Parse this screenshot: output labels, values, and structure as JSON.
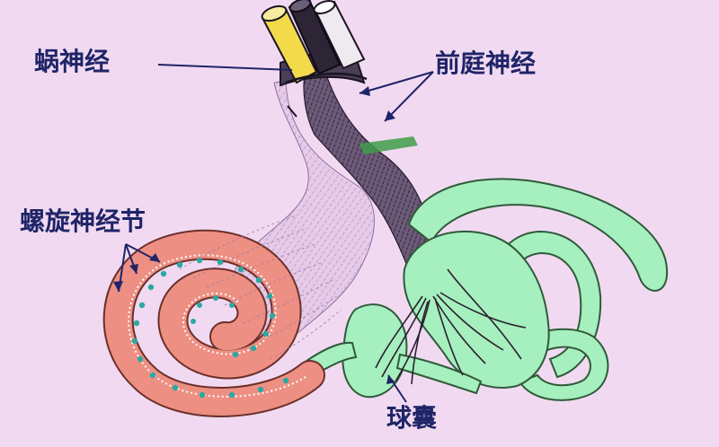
{
  "labels": {
    "cochlear_nerve": "蜗神经",
    "vestibular_nerve": "前庭神经",
    "spiral_ganglion": "螺旋神经节",
    "saccule": "球囊"
  },
  "colors": {
    "background": "#f1daf1",
    "label_text": "#1f2468",
    "cochlea_fill": "#ee8f83",
    "membranous_fill": "#a6efbe",
    "nerve_fiber_light": "#d9b7dc",
    "nerve_fiber_dark": "#3a2e4a",
    "cochlear_nerve_core": "#f2da4b",
    "ganglion_dots": "#2aa9a2",
    "leader_line": "#1f2468"
  }
}
